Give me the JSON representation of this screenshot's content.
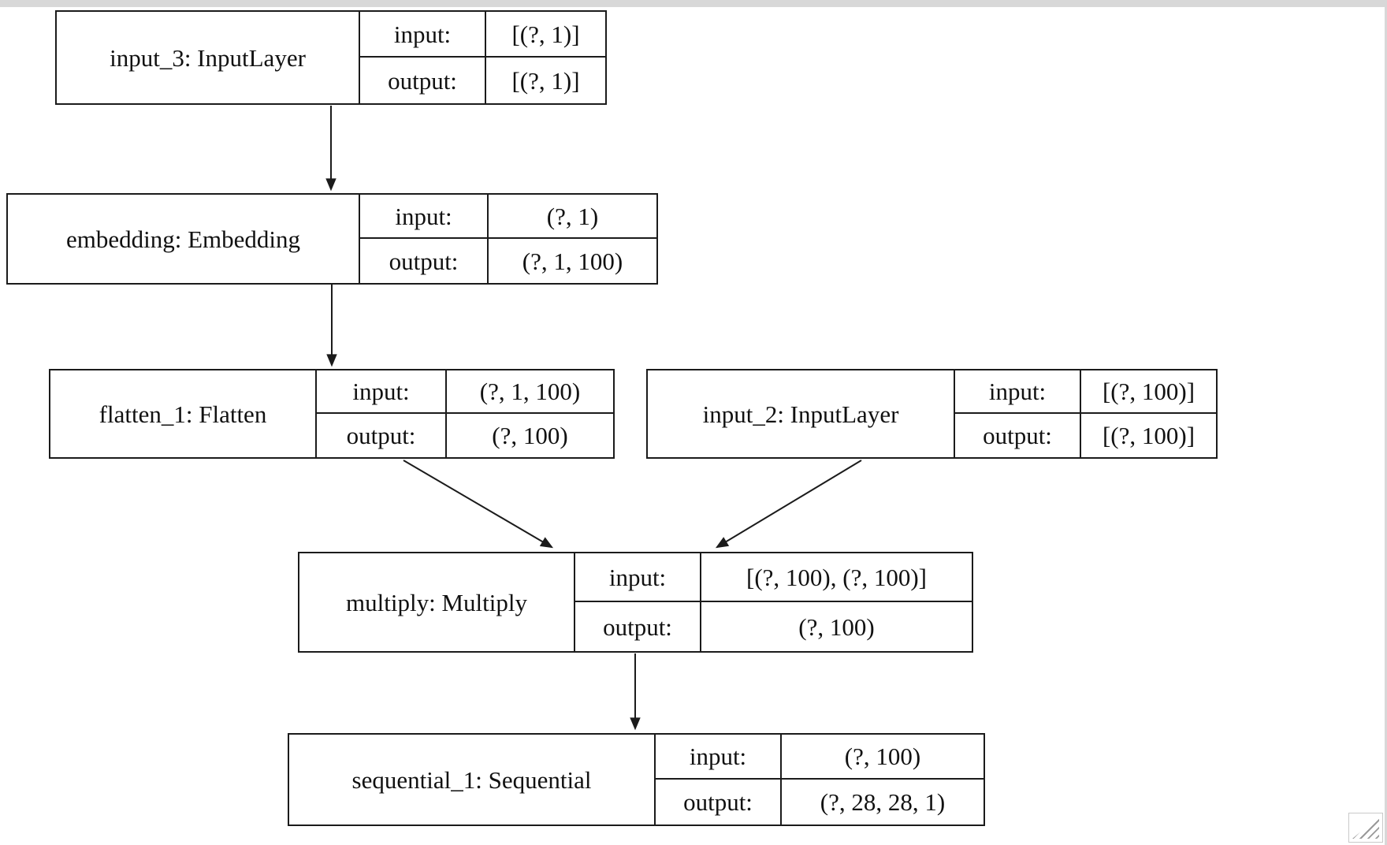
{
  "window": {
    "background": "#ffffff",
    "top_strip_color": "#d8d8d8",
    "resize_handle_icon": "resize-grip-icon"
  },
  "diagram": {
    "kind": "keras-model-graph",
    "line_color": "#1b1b1b",
    "nodes": [
      {
        "id": "input_3",
        "title": "input_3: InputLayer",
        "input_label": "input:",
        "output_label": "output:",
        "input_shape": "[(?, 1)]",
        "output_shape": "[(?, 1)]"
      },
      {
        "id": "embedding",
        "title": "embedding: Embedding",
        "input_label": "input:",
        "output_label": "output:",
        "input_shape": "(?, 1)",
        "output_shape": "(?, 1, 100)"
      },
      {
        "id": "flatten_1",
        "title": "flatten_1: Flatten",
        "input_label": "input:",
        "output_label": "output:",
        "input_shape": "(?, 1, 100)",
        "output_shape": "(?, 100)"
      },
      {
        "id": "input_2",
        "title": "input_2: InputLayer",
        "input_label": "input:",
        "output_label": "output:",
        "input_shape": "[(?, 100)]",
        "output_shape": "[(?, 100)]"
      },
      {
        "id": "multiply",
        "title": "multiply: Multiply",
        "input_label": "input:",
        "output_label": "output:",
        "input_shape": "[(?, 100), (?, 100)]",
        "output_shape": "(?, 100)"
      },
      {
        "id": "sequential_1",
        "title": "sequential_1: Sequential",
        "input_label": "input:",
        "output_label": "output:",
        "input_shape": "(?, 100)",
        "output_shape": "(?, 28, 28, 1)"
      }
    ],
    "edges": [
      {
        "from": "input_3",
        "to": "embedding"
      },
      {
        "from": "embedding",
        "to": "flatten_1"
      },
      {
        "from": "flatten_1",
        "to": "multiply"
      },
      {
        "from": "input_2",
        "to": "multiply"
      },
      {
        "from": "multiply",
        "to": "sequential_1"
      }
    ]
  }
}
